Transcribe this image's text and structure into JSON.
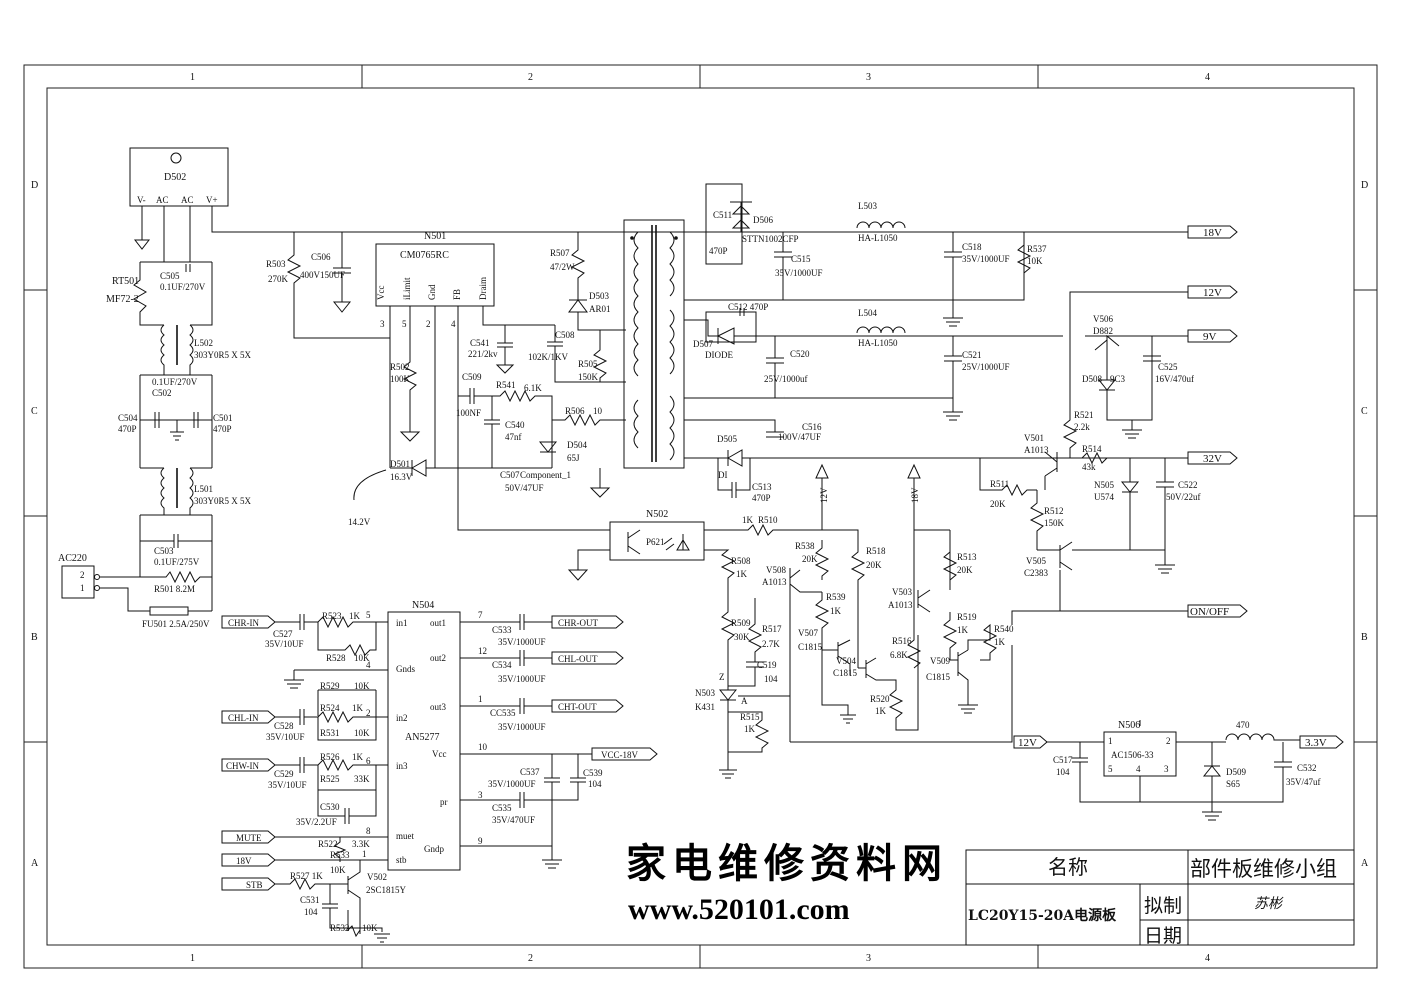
{
  "grid": {
    "columns": [
      "1",
      "2",
      "3",
      "4"
    ],
    "rows": [
      "D",
      "C",
      "B",
      "A"
    ]
  },
  "chips": {
    "d502": {
      "ref": "D502",
      "pins": [
        "V-",
        "AC",
        "AC",
        "V+"
      ]
    },
    "n501": {
      "ref": "N501",
      "part": "CM0765RC",
      "pins": [
        "Vcc",
        "iLimit",
        "Gnd",
        "FB",
        "Draim"
      ],
      "pin_nums": [
        "3",
        "5",
        "2",
        "4"
      ]
    },
    "n502": {
      "ref": "N502",
      "part": "P621"
    },
    "n504": {
      "ref": "N504",
      "part": "AN5277",
      "left_pins": [
        "in1",
        "Gnds",
        "in2",
        "in3",
        "muet",
        "stb"
      ],
      "right_pins": [
        "out1",
        "out2",
        "out3",
        "Vcc",
        "pr",
        "Gndp"
      ],
      "pin_nums": [
        "5",
        "4",
        "2",
        "6",
        "8",
        "1",
        "7",
        "12",
        "1",
        "10",
        "3",
        "9"
      ]
    },
    "n506": {
      "ref": "N506",
      "part": "AC1506-33",
      "pins": [
        "1",
        "2",
        "5",
        "4",
        "3"
      ]
    }
  },
  "rails": [
    "18V",
    "12V",
    "9V",
    "32V",
    "ON/OFF",
    "3.3V",
    "12V"
  ],
  "ports": {
    "inputs": [
      "CHR-IN",
      "CHL-IN",
      "CHW-IN",
      "MUTE",
      "18V",
      "STB"
    ],
    "outputs": [
      "CHR-OUT",
      "CHL-OUT",
      "CHT-OUT",
      "VCC-18V"
    ],
    "ac": {
      "ref": "AC220",
      "pins": [
        "2",
        "1"
      ]
    },
    "taps": [
      "12V",
      "18V"
    ]
  },
  "components": {
    "rt501": [
      "RT501",
      "MF72-2"
    ],
    "c505": [
      "C505",
      "0.1UF/270V"
    ],
    "l502": [
      "L502",
      "303Y0R5 X 5X"
    ],
    "c502": [
      "0.1UF/270V",
      "C502"
    ],
    "c504": [
      "C504",
      "470P"
    ],
    "c501": [
      "C501",
      "470P"
    ],
    "l501": [
      "L501",
      "303Y0R5 X 5X"
    ],
    "c503": [
      "C503",
      "0.1UF/275V"
    ],
    "r501": [
      "R501 8.2M"
    ],
    "fu501": [
      "FU501 2.5A/250V"
    ],
    "r503": [
      "R503",
      "270K"
    ],
    "c506": [
      "C506",
      "400V150UF"
    ],
    "r502": [
      "R502",
      "100K"
    ],
    "c541": [
      "C541",
      "221/2kv"
    ],
    "c509": [
      "C509",
      "100NF"
    ],
    "r541": [
      "R541",
      "6.1K"
    ],
    "c540": [
      "C540",
      "47nf"
    ],
    "r506": [
      "R506",
      "10"
    ],
    "d504": [
      "D504",
      "65J"
    ],
    "d501": [
      "D501",
      "16.3V"
    ],
    "c507": [
      "C507",
      "Component_1",
      "50V/47UF"
    ],
    "note": [
      "14.2V"
    ],
    "r507": [
      "R507",
      "47/2W"
    ],
    "d503": [
      "D503",
      "AR01"
    ],
    "c508": [
      "C508",
      "102K/1KV"
    ],
    "r505": [
      "R505",
      "150K"
    ],
    "c511": [
      "C511",
      "470P"
    ],
    "d506": [
      "D506",
      "STTN1002CFP"
    ],
    "c515": [
      "C515",
      "35V/1000UF"
    ],
    "l503": [
      "L503",
      "HA-L1050"
    ],
    "c518": [
      "C518",
      "35V/1000UF"
    ],
    "r537": [
      "R537",
      "10K"
    ],
    "c512": [
      "C512 470P"
    ],
    "d507": [
      "D507",
      "DIODE"
    ],
    "c520": [
      "C520",
      "25V/1000uf"
    ],
    "l504": [
      "L504",
      "HA-L1050"
    ],
    "c521": [
      "C521",
      "25V/1000UF"
    ],
    "c516": [
      "C516",
      "100V/47UF"
    ],
    "d505": [
      "D505",
      "DI"
    ],
    "c513": [
      "C513",
      "470P"
    ],
    "v506": [
      "V506",
      "D882"
    ],
    "d508": [
      "D508",
      "9C3"
    ],
    "c525": [
      "C525",
      "16V/470uf"
    ],
    "r521": [
      "R521",
      "2.2k"
    ],
    "v501": [
      "V501",
      "A1013"
    ],
    "r514": [
      "R514",
      "43k"
    ],
    "r511": [
      "R511",
      "20K"
    ],
    "r512": [
      "R512",
      "150K"
    ],
    "n505": [
      "N505",
      "U574"
    ],
    "c522": [
      "C522",
      "50V/22uf"
    ],
    "v505": [
      "V505",
      "C2383"
    ],
    "r510": [
      "1K",
      "R510"
    ],
    "r508": [
      "R508",
      "1K"
    ],
    "v508": [
      "V508",
      "A1013"
    ],
    "r538": [
      "R538",
      "20K"
    ],
    "r518": [
      "R518",
      "20K"
    ],
    "r539": [
      "R539",
      "1K"
    ],
    "r509": [
      "R509",
      "30K"
    ],
    "r517": [
      "R517",
      "2.7K"
    ],
    "v507": [
      "V507",
      "C1815"
    ],
    "v504": [
      "V504",
      "C1815"
    ],
    "c519": [
      "C519",
      "104"
    ],
    "n503": [
      "Z",
      "N503",
      "K431",
      "A"
    ],
    "r515": [
      "R515",
      "1K"
    ],
    "r520": [
      "R520",
      "1K"
    ],
    "v503": [
      "V503",
      "A1013"
    ],
    "r513": [
      "R513",
      "20K"
    ],
    "r519": [
      "R519",
      "1K"
    ],
    "r516": [
      "R516",
      "6.8K"
    ],
    "r540": [
      "R540",
      "1K"
    ],
    "v509": [
      "V509",
      "C1815"
    ],
    "l_470": [
      "470"
    ],
    "c517": [
      "C517",
      "104"
    ],
    "d509": [
      "D509",
      "S65"
    ],
    "c532": [
      "C532",
      "35V/47uf"
    ],
    "r523": [
      "R523",
      "1K"
    ],
    "c527": [
      "C527",
      "35V/10UF"
    ],
    "r528": [
      "R528",
      "10K"
    ],
    "r529": [
      "R529",
      "10K"
    ],
    "r524": [
      "R524",
      "1K"
    ],
    "c528": [
      "C528",
      "35V/10UF"
    ],
    "r531": [
      "R531",
      "10K"
    ],
    "r526": [
      "R526",
      "1K"
    ],
    "c529": [
      "C529",
      "35V/10UF"
    ],
    "r525": [
      "R525",
      "33K"
    ],
    "c530": [
      "C530",
      "35V/2.2UF"
    ],
    "r522": [
      "R522",
      "3.3K"
    ],
    "r533": [
      "R533",
      "10K"
    ],
    "v502": [
      "V502",
      "2SC1815Y"
    ],
    "r527": [
      "R527 1K"
    ],
    "c531": [
      "C531",
      "104"
    ],
    "r532": [
      "R532",
      "10K"
    ],
    "c533": [
      "C533",
      "35V/1000UF"
    ],
    "c534": [
      "C534",
      "35V/1000UF"
    ],
    "c535": [
      "CC535",
      "35V/1000UF"
    ],
    "c537": [
      "C537",
      "35V/1000UF"
    ],
    "c539": [
      "C539",
      "104"
    ],
    "c536": [
      "C535",
      "35V/470UF"
    ]
  },
  "watermark": {
    "title": "家电维修资料网",
    "url": "www.520101.com"
  },
  "title_block": {
    "name_label": "名称",
    "group": "部件板维修小组",
    "board": "LC20Y15-20A电源板",
    "drafted_label": "拟制",
    "drafter": "苏彬",
    "date_label": "日期"
  }
}
